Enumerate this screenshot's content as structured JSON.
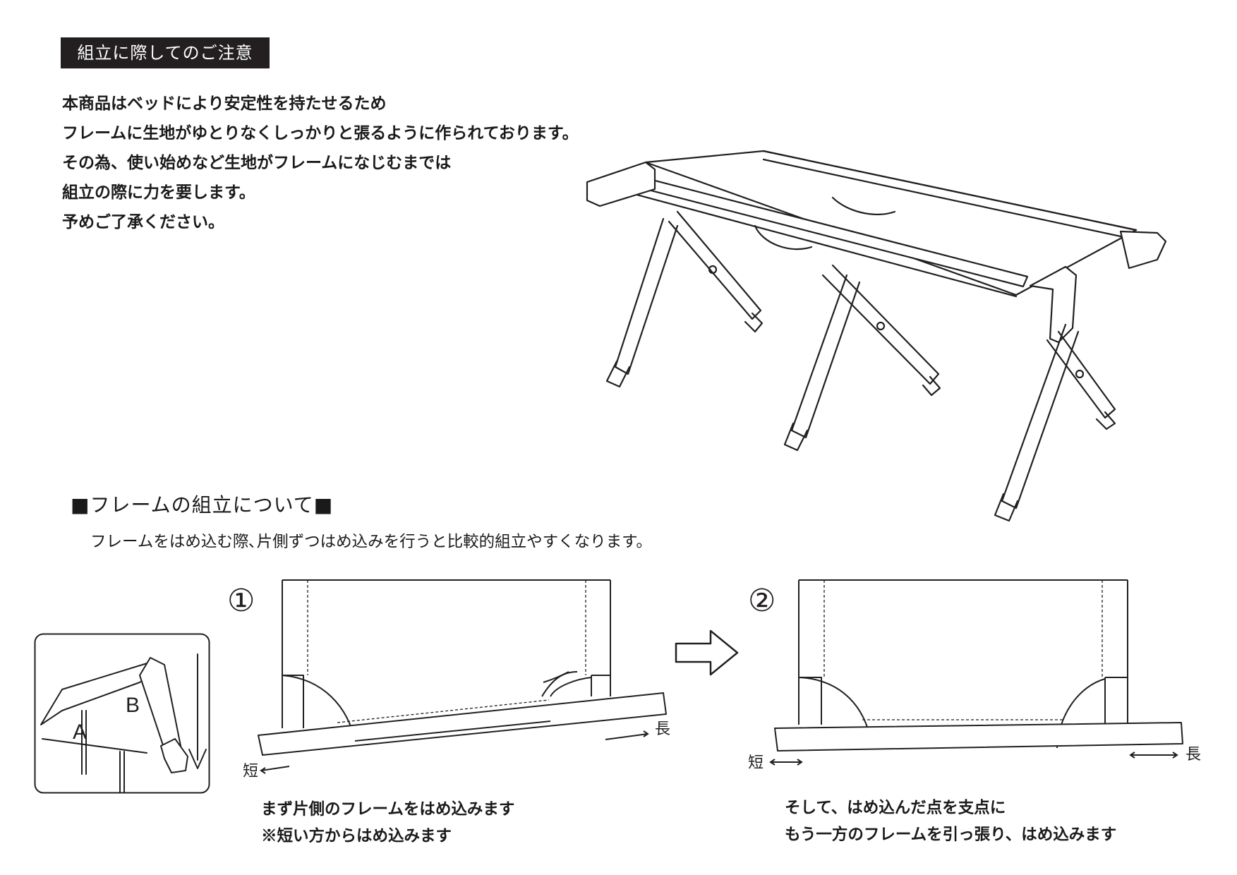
{
  "notice": {
    "tag": "組立に際してのご注意",
    "lines": [
      "本商品はベッドにより安定性を持たせるため",
      "フレームに生地がゆとりなくしっかりと張るように作られております。",
      "その為、使い始めなど生地がフレームになじむまでは",
      "組立の際に力を要します。",
      "予めご了承ください。"
    ]
  },
  "section": {
    "heading": "■フレームの組立について■",
    "lead": "フレームをはめ込む際､片側ずつはめ込みを行うと比較的組立やすくなります。"
  },
  "detail": {
    "label_a": "A",
    "label_b": "B"
  },
  "step1": {
    "number": "①",
    "short_label": "短",
    "long_label": "長",
    "caption_lines": [
      "まず片側のフレームをはめ込みます",
      "※短い方からはめ込みます"
    ]
  },
  "step2": {
    "number": "②",
    "short_label": "短",
    "long_label": "長",
    "caption_lines": [
      "そして、はめ込んだ点を支点に",
      "もう一方のフレームを引っ張り、はめ込みます"
    ]
  },
  "colors": {
    "ink": "#231f20",
    "tag_bg": "#231f20",
    "paper": "#ffffff"
  }
}
